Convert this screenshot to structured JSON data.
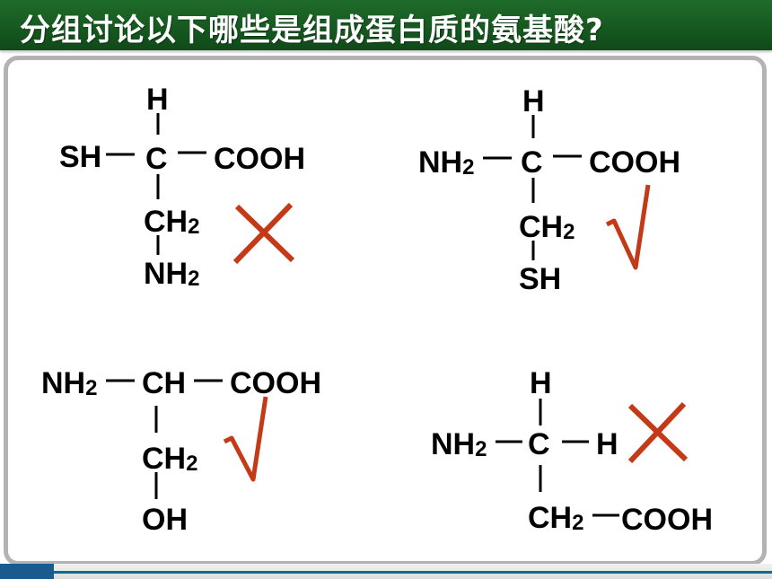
{
  "title": "分组讨论以下哪些是组成蛋白质的氨基酸?",
  "colors": {
    "title_bg": "#15581f",
    "mark": "#c43a17",
    "panel_border": "#b3b3b3"
  },
  "molecules": [
    {
      "top": "H",
      "left": "SH",
      "center": "C",
      "right": "COOH",
      "side_chain": [
        "CH2",
        "NH2"
      ],
      "mark": "cross"
    },
    {
      "top": "H",
      "left": "NH2",
      "center": "C",
      "right": "COOH",
      "side_chain": [
        "CH2",
        "SH"
      ],
      "mark": "check"
    },
    {
      "left": "NH2",
      "center": "CH",
      "right": "COOH",
      "side_chain": [
        "CH2",
        "OH"
      ],
      "mark": "check"
    },
    {
      "top": "H",
      "left": "NH2",
      "center": "C",
      "right": "H",
      "side_chain": [
        "CH2"
      ],
      "side_chain_right": "COOH",
      "mark": "cross"
    }
  ]
}
